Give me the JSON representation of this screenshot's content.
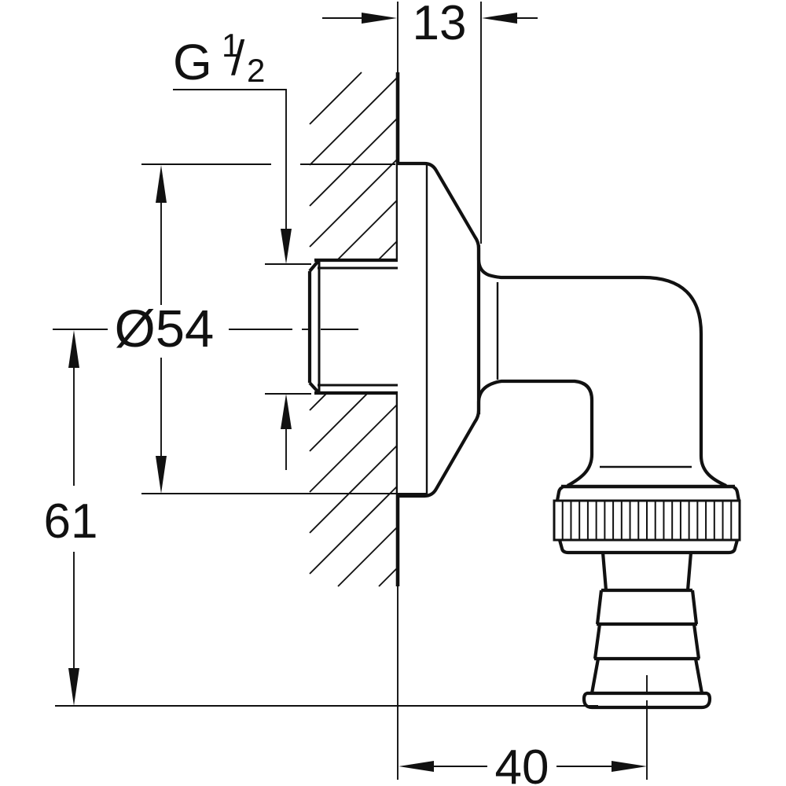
{
  "drawing": {
    "background": "#ffffff",
    "line_color": "#111111",
    "description": "Dimensioned side-view technical drawing of a wall-mounted outlet elbow with G 1/2 thread, wall escutcheon, knurled union nut and hose barb connector",
    "labels": {
      "dim_wall_projection": "13",
      "dim_flange_diameter": "Ø54",
      "dim_vertical_offset": "61",
      "dim_horizontal_offset": "40",
      "thread_letter": "G",
      "thread_numerator": "1",
      "thread_slash": "/",
      "thread_denominator": "2"
    }
  }
}
